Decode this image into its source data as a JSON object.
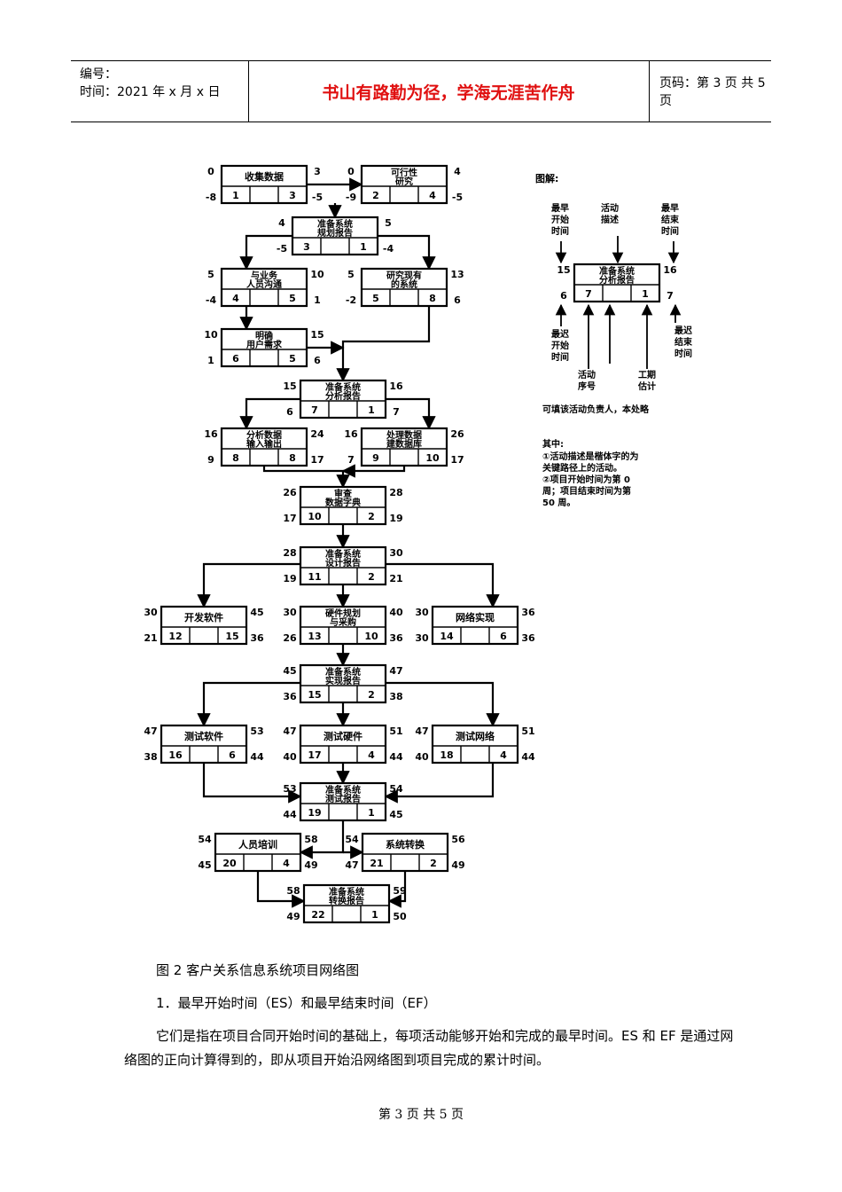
{
  "header": {
    "number_label": "编号：",
    "time_label": "时间：2021 年 x 月 x 日",
    "motto": "书山有路勤为径，学海无涯苦作舟",
    "page_label": "页码：第 3 页  共 5 页"
  },
  "nodes": [
    {
      "id": "n1",
      "name": [
        "收集数据"
      ],
      "es": "0",
      "ef": "3",
      "ls": "-8",
      "lf": "-5",
      "seq": "1",
      "dur": "3"
    },
    {
      "id": "n2",
      "name": [
        "可行性",
        "研究"
      ],
      "es": "0",
      "ef": "4",
      "ls": "-9",
      "lf": "-5",
      "seq": "2",
      "dur": "4"
    },
    {
      "id": "n3",
      "name": [
        "准备系统",
        "规划报告"
      ],
      "es": "4",
      "ef": "5",
      "ls": "-5",
      "lf": "-4",
      "seq": "3",
      "dur": "1"
    },
    {
      "id": "n4",
      "name": [
        "与业务",
        "人员沟通"
      ],
      "es": "5",
      "ef": "10",
      "ls": "-4",
      "lf": "1",
      "seq": "4",
      "dur": "5"
    },
    {
      "id": "n5",
      "name": [
        "研究现有",
        "的系统"
      ],
      "es": "5",
      "ef": "13",
      "ls": "-2",
      "lf": "6",
      "seq": "5",
      "dur": "8"
    },
    {
      "id": "n6",
      "name": [
        "明确",
        "用户需求"
      ],
      "es": "10",
      "ef": "15",
      "ls": "1",
      "lf": "6",
      "seq": "6",
      "dur": "5"
    },
    {
      "id": "n7",
      "name": [
        "准备系统",
        "分析报告"
      ],
      "es": "15",
      "ef": "16",
      "ls": "6",
      "lf": "7",
      "seq": "7",
      "dur": "1"
    },
    {
      "id": "n8",
      "name": [
        "分析数据",
        "输入输出"
      ],
      "es": "16",
      "ef": "24",
      "ls": "9",
      "lf": "17",
      "seq": "8",
      "dur": "8"
    },
    {
      "id": "n9",
      "name": [
        "处理数据",
        "建数据库"
      ],
      "es": "16",
      "ef": "26",
      "ls": "7",
      "lf": "17",
      "seq": "9",
      "dur": "10"
    },
    {
      "id": "n10",
      "name": [
        "审查",
        "数据字典"
      ],
      "es": "26",
      "ef": "28",
      "ls": "17",
      "lf": "19",
      "seq": "10",
      "dur": "2"
    },
    {
      "id": "n11",
      "name": [
        "准备系统",
        "设计报告"
      ],
      "es": "28",
      "ef": "30",
      "ls": "19",
      "lf": "21",
      "seq": "11",
      "dur": "2"
    },
    {
      "id": "n12",
      "name": [
        "开发软件"
      ],
      "es": "30",
      "ef": "45",
      "ls": "21",
      "lf": "36",
      "seq": "12",
      "dur": "15"
    },
    {
      "id": "n13",
      "name": [
        "硬件规划",
        "与采购"
      ],
      "es": "30",
      "ef": "40",
      "ls": "26",
      "lf": "36",
      "seq": "13",
      "dur": "10"
    },
    {
      "id": "n14",
      "name": [
        "网络实现"
      ],
      "es": "30",
      "ef": "36",
      "ls": "30",
      "lf": "36",
      "seq": "14",
      "dur": "6"
    },
    {
      "id": "n15",
      "name": [
        "准备系统",
        "实现报告"
      ],
      "es": "45",
      "ef": "47",
      "ls": "36",
      "lf": "38",
      "seq": "15",
      "dur": "2"
    },
    {
      "id": "n16",
      "name": [
        "测试软件"
      ],
      "es": "47",
      "ef": "53",
      "ls": "38",
      "lf": "44",
      "seq": "16",
      "dur": "6"
    },
    {
      "id": "n17",
      "name": [
        "测试硬件"
      ],
      "es": "47",
      "ef": "51",
      "ls": "40",
      "lf": "44",
      "seq": "17",
      "dur": "4"
    },
    {
      "id": "n18",
      "name": [
        "测试网络"
      ],
      "es": "47",
      "ef": "51",
      "ls": "40",
      "lf": "44",
      "seq": "18",
      "dur": "4"
    },
    {
      "id": "n19",
      "name": [
        "准备系统",
        "测试报告"
      ],
      "es": "53",
      "ef": "54",
      "ls": "44",
      "lf": "45",
      "seq": "19",
      "dur": "1"
    },
    {
      "id": "n20",
      "name": [
        "人员培训"
      ],
      "es": "54",
      "ef": "58",
      "ls": "45",
      "lf": "49",
      "seq": "20",
      "dur": "4"
    },
    {
      "id": "n21",
      "name": [
        "系统转换"
      ],
      "es": "54",
      "ef": "56",
      "ls": "47",
      "lf": "49",
      "seq": "21",
      "dur": "2"
    },
    {
      "id": "n22",
      "name": [
        "准备系统",
        "转换报告"
      ],
      "es": "58",
      "ef": "59",
      "ls": "49",
      "lf": "50",
      "seq": "22",
      "dur": "1"
    }
  ],
  "legend": {
    "title": "图解:",
    "es_label": [
      "最早",
      "开始",
      "时间"
    ],
    "desc_label": [
      "活动",
      "描述"
    ],
    "ef_label": [
      "最早",
      "结束",
      "时间"
    ],
    "ls_label": [
      "最迟",
      "开始",
      "时间"
    ],
    "lf_label": [
      "最迟",
      "结束",
      "时间"
    ],
    "seq_label": [
      "活动",
      "序号"
    ],
    "dur_label": [
      "工期",
      "估计"
    ],
    "sample": {
      "name": [
        "准备系统",
        "分析报告"
      ],
      "es": "15",
      "ef": "16",
      "ls": "6",
      "lf": "7",
      "seq": "7",
      "dur": "1"
    },
    "owner_note": "可填该活动负责人，本处略",
    "notes_title": "其中:",
    "notes": [
      "①活动描述是楷体字的为",
      "关键路径上的活动。",
      "②项目开始时间为第 0",
      "周；项目结束时间为第",
      "50 周。"
    ]
  },
  "caption": "图 2 客户关系信息系统项目网络图",
  "section_heading": "1．最早开始时间（ES）和最早结束时间（EF）",
  "paragraph": "它们是指在项目合同开始时间的基础上，每项活动能够开始和完成的最早时间。ES 和 EF 是通过网络图的正向计算得到的，即从项目开始沿网络图到项目完成的累计时间。",
  "footer": "第 3 页 共 5 页"
}
